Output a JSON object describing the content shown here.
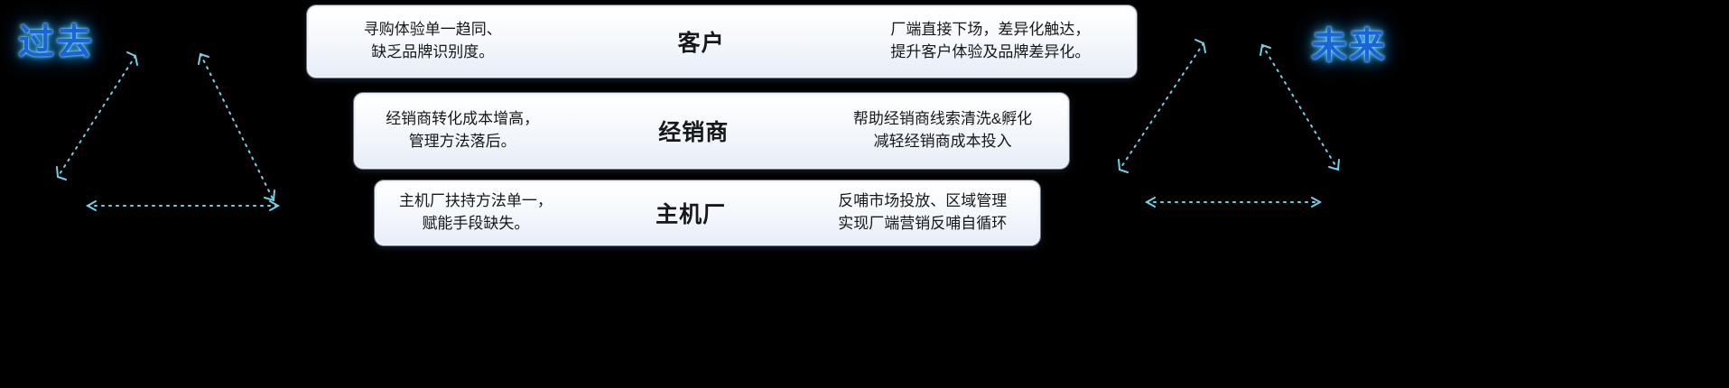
{
  "badges": {
    "past": "过去",
    "future": "未来"
  },
  "rows": [
    {
      "problem": "寻购体验单一趋同、\n缺乏品牌识别度。",
      "role": "客户",
      "solution": "厂端直接下场，差异化触达，\n提升客户体验及品牌差异化。"
    },
    {
      "problem": "经销商转化成本增高，\n管理方法落后。",
      "role": "经销商",
      "solution": "帮助经销商线索清洗&孵化\n减轻经销商成本投入"
    },
    {
      "problem": "主机厂扶持方法单一，\n赋能手段缺失。",
      "role": "主机厂",
      "solution": "反哺市场投放、区域管理\n实现厂端营销反哺自循环"
    }
  ],
  "colors": {
    "background": "#000000",
    "arrow_accent": "#6fd2ea",
    "badge_blue": "#1b63d6",
    "badge_glow": "#49c9f5",
    "box_fill": "#f2f6fc"
  }
}
